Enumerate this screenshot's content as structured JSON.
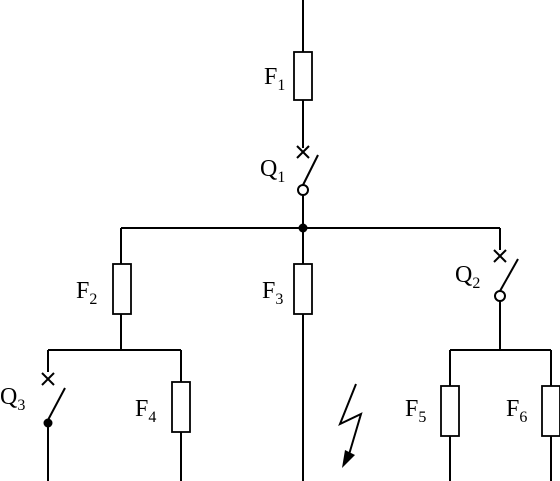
{
  "labels": {
    "F1": {
      "main": "F",
      "sub": "1"
    },
    "Q1": {
      "main": "Q",
      "sub": "1"
    },
    "F2": {
      "main": "F",
      "sub": "2"
    },
    "F3": {
      "main": "F",
      "sub": "3"
    },
    "Q2": {
      "main": "Q",
      "sub": "2"
    },
    "Q3": {
      "main": "Q",
      "sub": "3"
    },
    "F4": {
      "main": "F",
      "sub": "4"
    },
    "F5": {
      "main": "F",
      "sub": "5"
    },
    "F6": {
      "main": "F",
      "sub": "6"
    }
  },
  "icons": {
    "fault": "lightning-bolt-icon",
    "breaker_trip": "cross-mark-icon"
  }
}
